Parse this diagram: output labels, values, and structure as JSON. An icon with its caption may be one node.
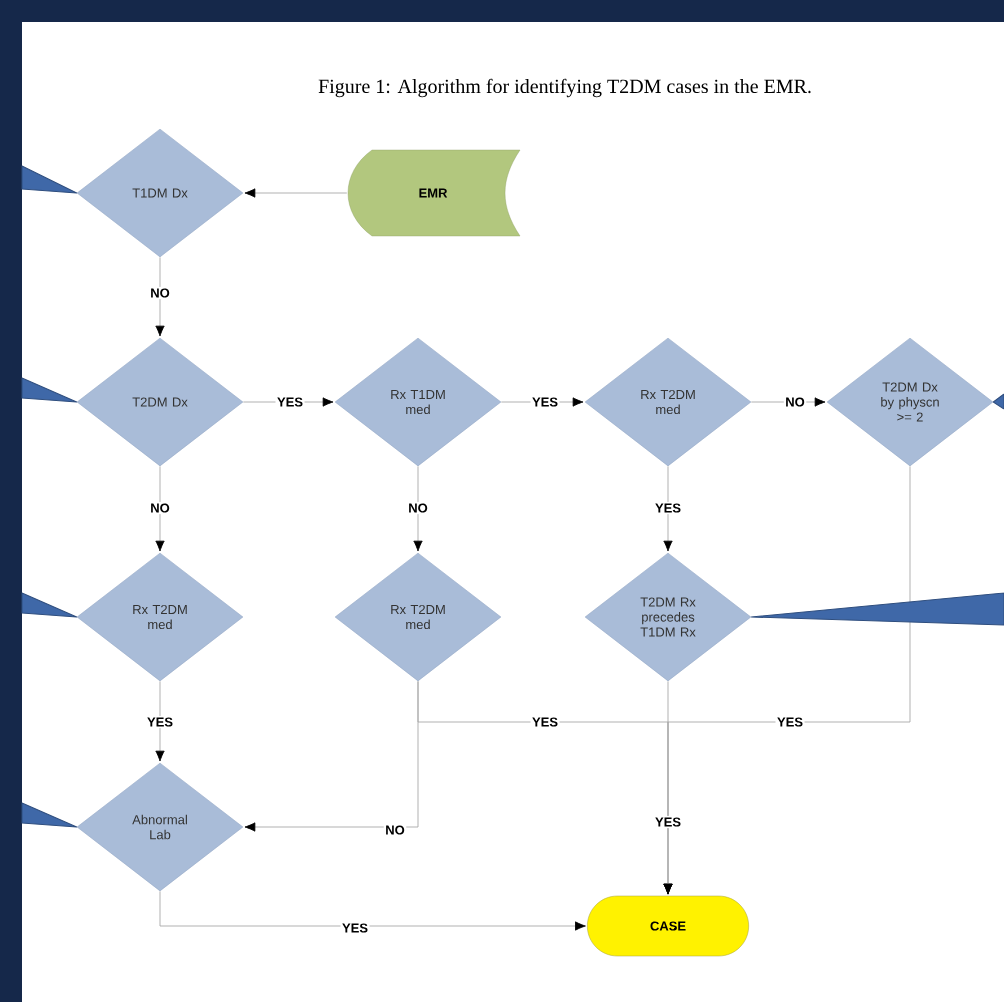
{
  "diagram": {
    "title": "Figure 1: Algorithm for identifying T2DM cases in the EMR.",
    "nodes": [
      {
        "text": [
          "EMR"
        ]
      },
      {
        "text": [
          "T1DM Dx"
        ]
      },
      {
        "text": [
          "T2DM Dx"
        ]
      },
      {
        "text": [
          "Rx T1DM med"
        ]
      },
      {
        "text": [
          "Rx T2DM med"
        ]
      },
      {
        "text": [
          "T2DM Dx by physcn >= 2"
        ]
      },
      {
        "text": [
          "Rx T2DM med"
        ]
      },
      {
        "text": [
          "Rx T2DM med"
        ]
      },
      {
        "text": [
          "T2DM Rx precedes T1DM Rx"
        ]
      },
      {
        "text": [
          "Abnormal Lab"
        ]
      },
      {
        "text": [
          "CASE"
        ]
      }
    ],
    "edges": [
      {
        "from": 0,
        "to": 1,
        "arrow": "to"
      },
      {
        "from": 1,
        "to": 2,
        "arrow": "to",
        "label": "NO"
      },
      {
        "from": 2,
        "to": 3,
        "arrow": "to",
        "label": "YES"
      },
      {
        "from": 3,
        "to": 4,
        "arrow": "to",
        "label": "YES"
      },
      {
        "from": 4,
        "to": 5,
        "arrow": "to",
        "label": "NO"
      },
      {
        "from": 2,
        "to": 6,
        "arrow": "to",
        "label": "NO"
      },
      {
        "from": 3,
        "to": 7,
        "arrow": "to",
        "label": "NO"
      },
      {
        "from": 4,
        "to": 8,
        "arrow": "to",
        "label": "YES"
      },
      {
        "from": 6,
        "to": 9,
        "arrow": "to",
        "label": "YES"
      },
      {
        "from": 7,
        "to": 9,
        "arrow": "to",
        "label": "NO"
      },
      {
        "from": 7,
        "to": 10,
        "arrow": "to",
        "label": "YES"
      },
      {
        "from": 5,
        "to": 10,
        "arrow": "to",
        "label": "YES"
      },
      {
        "from": 8,
        "to": 10,
        "arrow": "to",
        "label": "YES"
      },
      {
        "from": 9,
        "to": 10,
        "arrow": "to",
        "label": "YES"
      },
      {
        "from": null,
        "to": 1,
        "arrow": "to",
        "style": "thick",
        "color": "#3f68a8"
      },
      {
        "from": null,
        "to": 2,
        "arrow": "to",
        "style": "thick",
        "color": "#3f68a8"
      },
      {
        "from": null,
        "to": 5,
        "arrow": "to",
        "style": "thick",
        "color": "#3f68a8"
      },
      {
        "from": null,
        "to": 6,
        "arrow": "to",
        "style": "thick",
        "color": "#3f68a8"
      },
      {
        "from": null,
        "to": 8,
        "arrow": "to",
        "style": "thick",
        "color": "#3f68a8"
      },
      {
        "from": null,
        "to": 9,
        "arrow": "to",
        "style": "thick",
        "color": "#3f68a8"
      }
    ]
  }
}
